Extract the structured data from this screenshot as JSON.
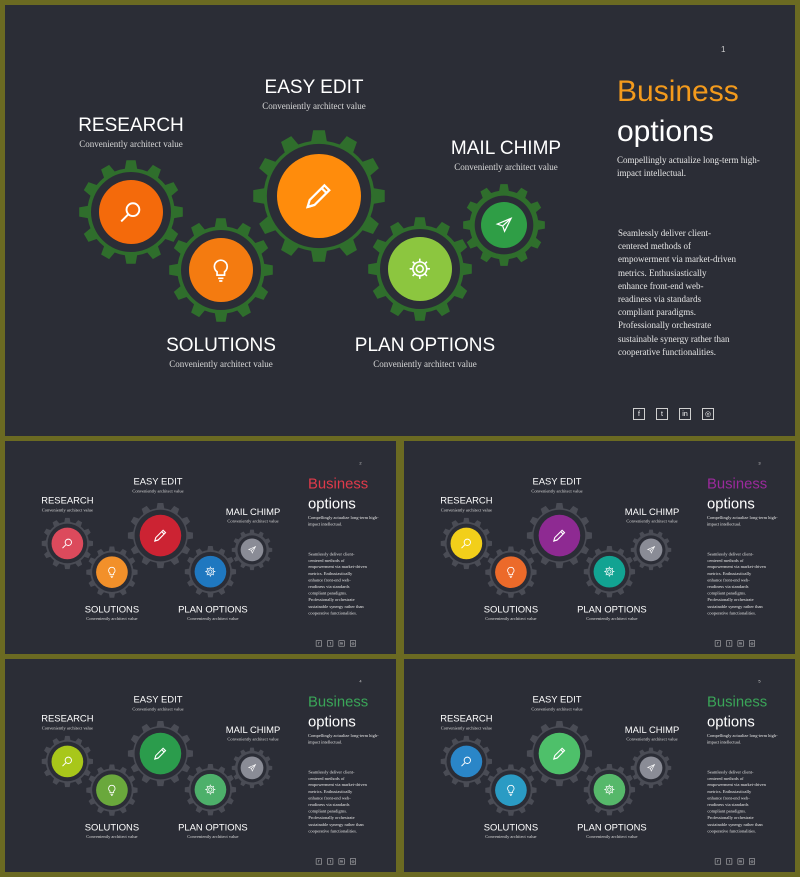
{
  "labels": {
    "research": "RESEARCH",
    "easy_edit": "EASY EDIT",
    "mail_chimp": "MAIL CHIMP",
    "solutions": "SOLUTIONS",
    "plan_options": "PLAN OPTIONS",
    "sub": "Conveniently architect value"
  },
  "title_line1": "Business",
  "title_line2": "options",
  "subtitle": "Compellingly actualize long-term high-impact intellectual.",
  "body": "Seamlessly deliver client-centered methods of empowerment via market-driven metrics. Enthusiastically enhance front-end web-readiness via standards compliant paradigms. Professionally orchestrate sustainable synergy rather than cooperative functionalities.",
  "social_icons": [
    {
      "icon": "facebook-icon",
      "glyph": "f"
    },
    {
      "icon": "twitter-icon",
      "glyph": "t"
    },
    {
      "icon": "linkedin-icon",
      "glyph": "in"
    },
    {
      "icon": "instagram-icon",
      "glyph": "◎"
    }
  ],
  "slides": [
    {
      "page": "1",
      "title_color": "#f39a1c",
      "cog_color": "#2f6e2c",
      "colors": {
        "research": "#f46a0b",
        "solutions": "#f47b10",
        "easy_edit": "#ff8c0c",
        "plan_options": "#8cc63f",
        "mail_chimp": "#2f9e46"
      }
    },
    {
      "page": "2",
      "title_color": "#e03a4a",
      "cog_color": "#4a4c55",
      "colors": {
        "research": "#dc4a5c",
        "solutions": "#f2902a",
        "easy_edit": "#cc2333",
        "plan_options": "#1f78c0",
        "mail_chimp": "#8a8c96"
      }
    },
    {
      "page": "3",
      "title_color": "#9b2a9c",
      "cog_color": "#4a4c55",
      "colors": {
        "research": "#f2cf1a",
        "solutions": "#ec6a2a",
        "easy_edit": "#8e2a92",
        "plan_options": "#12a392",
        "mail_chimp": "#8a8c96"
      }
    },
    {
      "page": "4",
      "title_color": "#3aa558",
      "cog_color": "#4a4c55",
      "colors": {
        "research": "#a8c71a",
        "solutions": "#6aa83c",
        "easy_edit": "#2b9c4c",
        "plan_options": "#4db06a",
        "mail_chimp": "#8a8c96"
      }
    },
    {
      "page": "5",
      "title_color": "#3aa558",
      "cog_color": "#4a4c55",
      "colors": {
        "research": "#2a86c8",
        "solutions": "#2a9bc4",
        "easy_edit": "#4ec06a",
        "plan_options": "#56b86a",
        "mail_chimp": "#8a8c96"
      }
    }
  ]
}
